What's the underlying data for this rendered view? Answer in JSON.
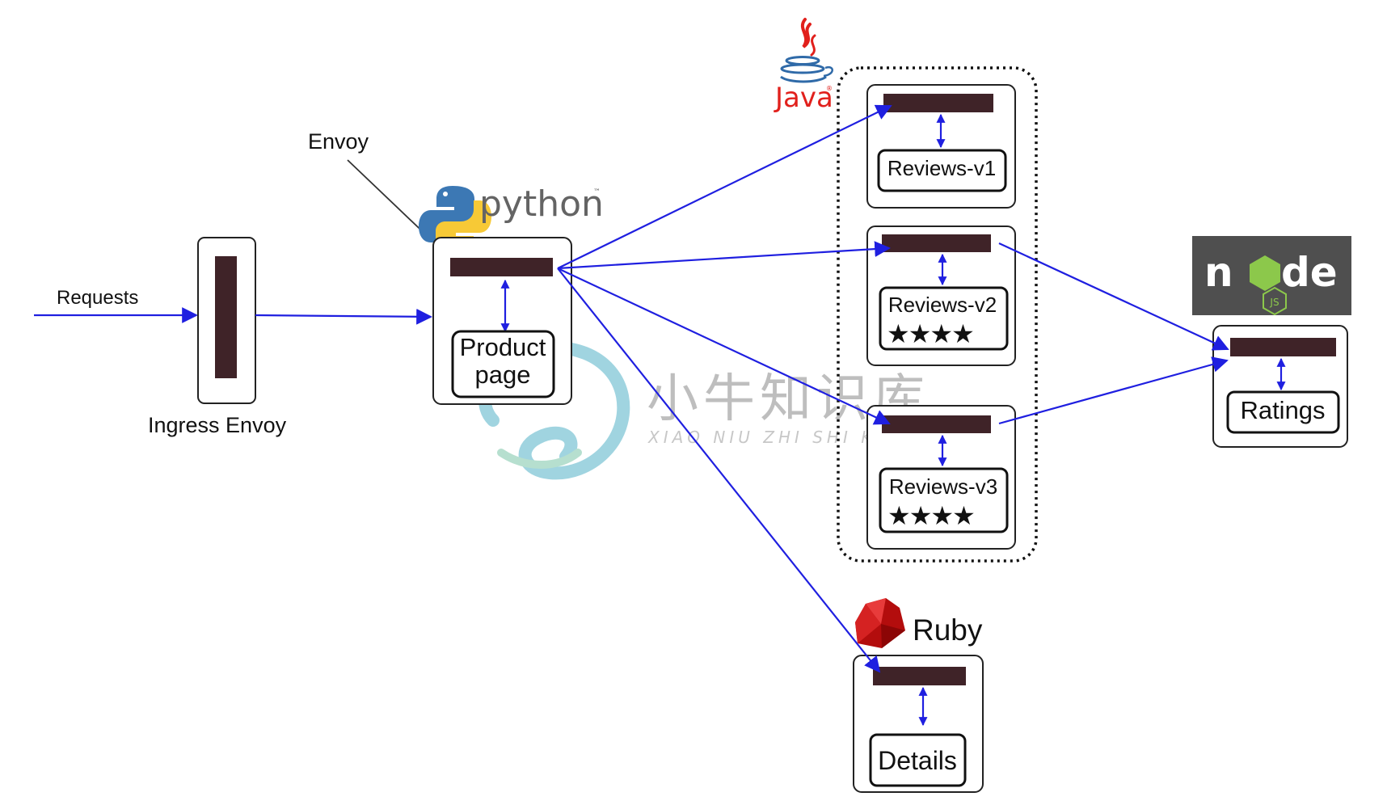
{
  "labels": {
    "requests": "Requests",
    "ingress": "Ingress Envoy",
    "envoy": "Envoy"
  },
  "services": {
    "productpage": {
      "line1": "Product",
      "line2": "page"
    },
    "reviews_v1": {
      "name": "Reviews-v1"
    },
    "reviews_v2": {
      "name": "Reviews-v2",
      "stars": "★★★★",
      "star_color": "#000000"
    },
    "reviews_v3": {
      "name": "Reviews-v3",
      "stars": "★★★★",
      "star_color": "#e8173c"
    },
    "ratings": {
      "name": "Ratings"
    },
    "details": {
      "name": "Details"
    }
  },
  "logos": {
    "python": {
      "text": "python",
      "tm": "™",
      "icon": "python-logo-icon"
    },
    "java": {
      "text": "Java",
      "tm": "®",
      "icon": "java-cup-icon",
      "color": "#e1201c"
    },
    "node": {
      "text_left": "n",
      "text_right": "de",
      "badge": "JS",
      "icon": "nodejs-logo-icon",
      "bg": "#4f4f4f",
      "accent": "#8cc84b"
    },
    "ruby": {
      "text": "Ruby",
      "icon": "ruby-gem-icon",
      "color": "#b30d0d"
    }
  },
  "watermark": {
    "cn": "小牛知识库",
    "pinyin": "XIAO NIU ZHI SHI KU"
  },
  "colors": {
    "proxy": "#3f2328",
    "flow": "#1f1fe0",
    "box_border": "#222222"
  }
}
